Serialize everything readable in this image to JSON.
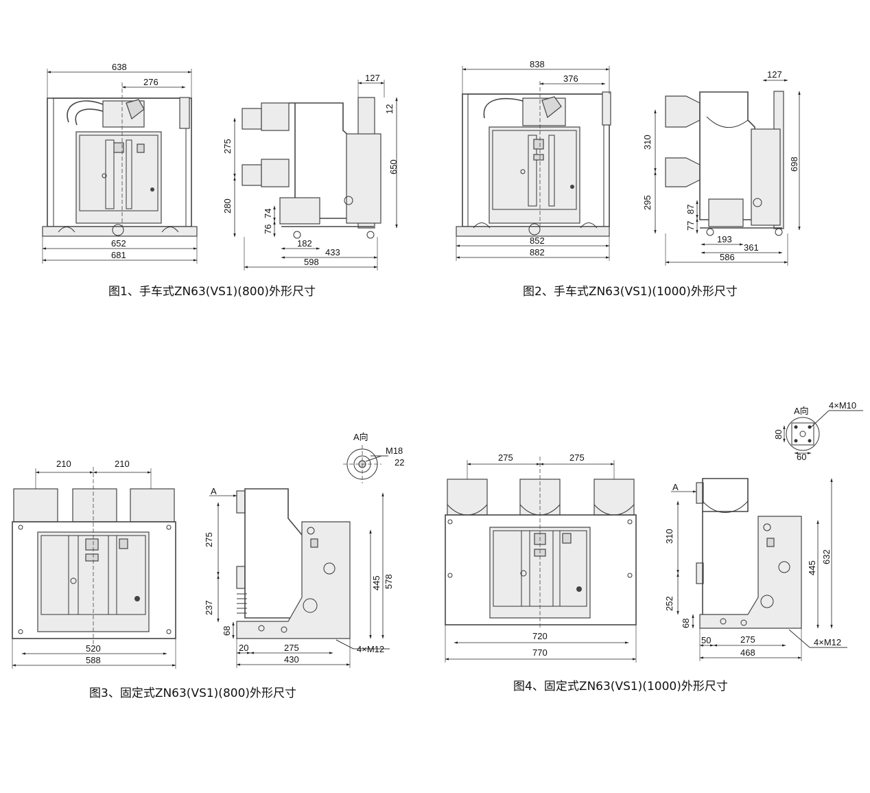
{
  "figures": [
    {
      "caption": "图1、手车式ZN63(VS1)(800)外形尺寸",
      "front_dims": [
        "638",
        "276",
        "652",
        "681"
      ],
      "side_dims": [
        "127",
        "12",
        "275",
        "650",
        "280",
        "74",
        "76",
        "182",
        "433",
        "598"
      ]
    },
    {
      "caption": "图2、手车式ZN63(VS1)(1000)外形尺寸",
      "front_dims": [
        "838",
        "376",
        "852",
        "882"
      ],
      "side_dims": [
        "127",
        "310",
        "698",
        "295",
        "87",
        "77",
        "193",
        "361",
        "586"
      ]
    },
    {
      "caption": "图3、固定式ZN63(VS1)(800)外形尺寸",
      "front_dims": [
        "210",
        "210",
        "520",
        "588"
      ],
      "side_dims": [
        "A",
        "275",
        "445",
        "578",
        "237",
        "68",
        "20",
        "275",
        "430",
        "4×M12"
      ],
      "view_a": {
        "label": "A向",
        "bolt": "M18",
        "depth": "22"
      }
    },
    {
      "caption": "图4、固定式ZN63(VS1)(1000)外形尺寸",
      "front_dims": [
        "275",
        "275",
        "720",
        "770"
      ],
      "side_dims": [
        "A",
        "310",
        "445",
        "632",
        "252",
        "68",
        "50",
        "275",
        "468",
        "4×M12"
      ],
      "view_a": {
        "label": "A向",
        "bolt": "4×M10",
        "d1": "80",
        "d2": "60"
      }
    }
  ]
}
